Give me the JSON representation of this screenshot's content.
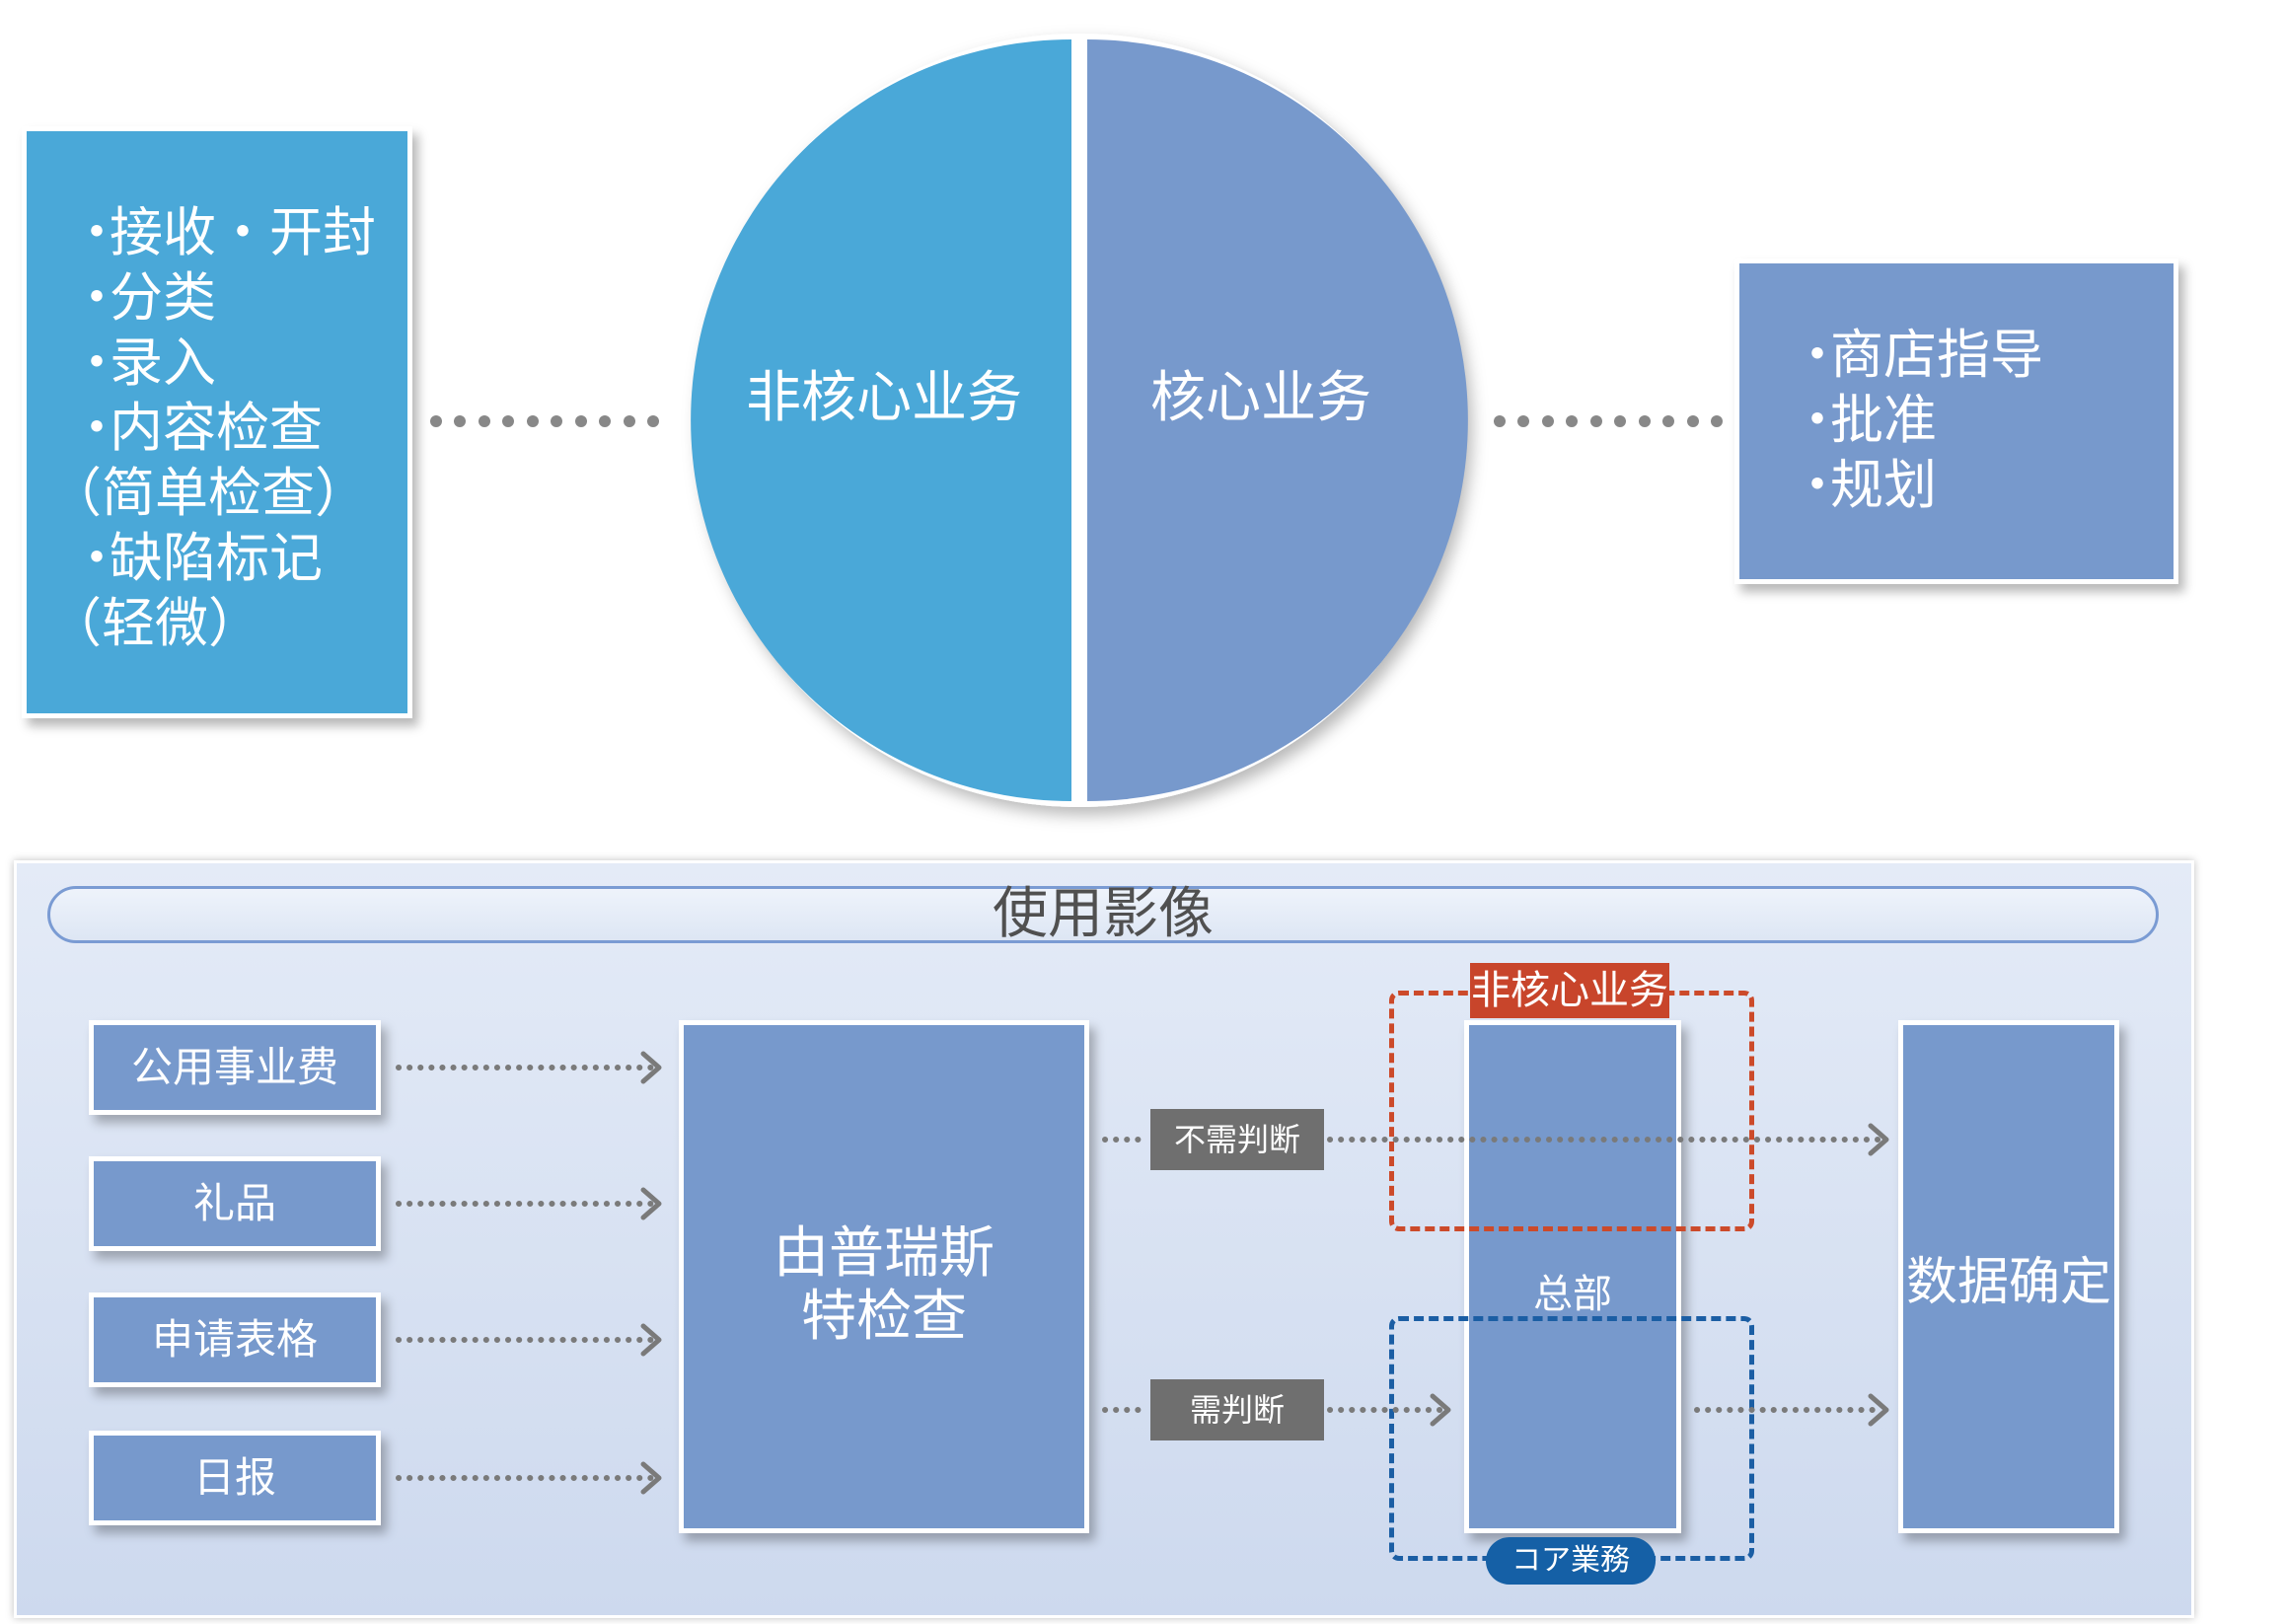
{
  "left_list": {
    "items": [
      "接收・开封",
      "分类",
      "录入",
      "内容检查",
      "（简单检查）",
      "缺陷标记",
      "（轻微）"
    ]
  },
  "circle": {
    "left_label": "非核心业务",
    "right_label": "核心业务",
    "left_color": "#4aa8d8",
    "right_color": "#7799cc"
  },
  "right_list": {
    "items": [
      "商店指导",
      "批准",
      "规划"
    ]
  },
  "bottom": {
    "title": "使用影像",
    "sources": [
      "公用事业费",
      "礼品",
      "申请表格",
      "日报"
    ],
    "inspection": [
      "由普瑞斯",
      "特检查"
    ],
    "tag_no_judgement": "不需判断",
    "tag_judgement": "需判断",
    "non_core_label": "非核心业务",
    "hq_label": "总部",
    "core_label": "コア業務",
    "confirm_label": "数据确定",
    "colors": {
      "non_core": "#c8452b",
      "core": "#1560a6",
      "box": "#7799cc"
    }
  }
}
